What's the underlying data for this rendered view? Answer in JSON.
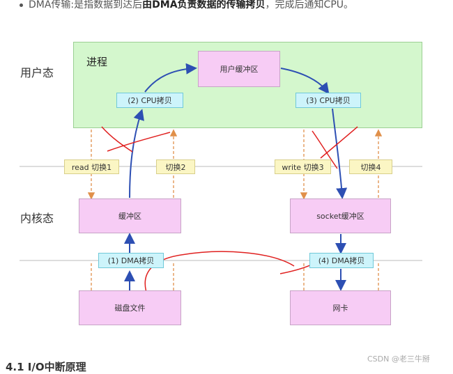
{
  "bullet": {
    "prefix": "DMA传输:是指数据到达后",
    "bold": "由DMA负责数据的传输拷贝",
    "suffix": "，完成后通知CPU。"
  },
  "sections": {
    "user": "用户态",
    "kernel": "内核态"
  },
  "process": {
    "title": "进程",
    "user_buffer": "用户缓冲区"
  },
  "copies": {
    "cpu2": "(2) CPU拷贝",
    "cpu3": "(3) CPU拷贝",
    "dma1": "(1) DMA拷贝",
    "dma4": "(4) DMA拷贝"
  },
  "switches": {
    "s1": "read 切换1",
    "s2": "切换2",
    "s3": "write 切换3",
    "s4": "切换4"
  },
  "kernel_boxes": {
    "buffer": "缓冲区",
    "socket": "socket缓冲区",
    "disk": "磁盘文件",
    "nic": "网卡"
  },
  "footer": {
    "heading": "4.1 I/O中断原理"
  },
  "watermark": "CSDN @老三牛掰",
  "colors": {
    "arrow": "#2d4fb3",
    "switch_arrow": "#e0904a",
    "annotation": "#e0201f"
  }
}
